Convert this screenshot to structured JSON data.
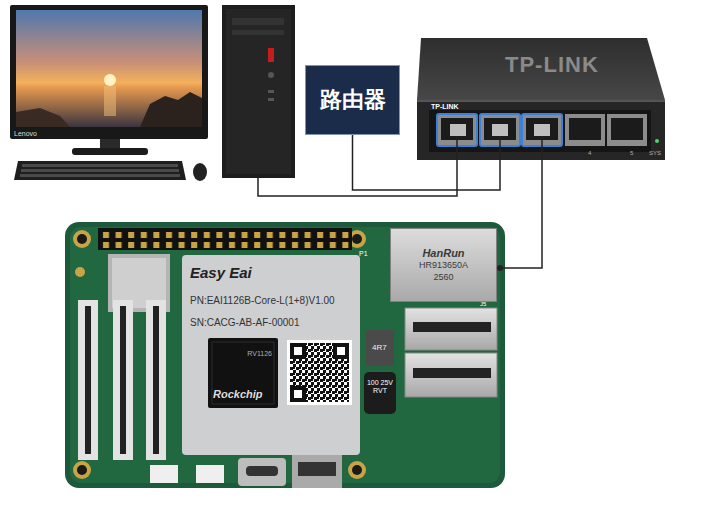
{
  "diagram": {
    "nodes": [
      {
        "text": [
          "路由器"
        ]
      },
      {
        "text": [
          "TP-LINK",
          "TP-LINK"
        ]
      },
      {
        "text": [
          "HanRun",
          "HR913650A",
          "2560"
        ]
      },
      {
        "text": [
          "Easy Eai",
          "PN:EAI1126B-Core-L(1+8)V1.00",
          "SN:CACG-AB-AF-00001"
        ]
      },
      {
        "text": [
          "RV1126",
          "Rockchip"
        ],
        "in": 3
      }
    ],
    "edges": [
      {
        "from": 0,
        "to": 1,
        "arrow": "none"
      },
      {
        "from": 1,
        "to": 2,
        "arrow": "none"
      }
    ],
    "labels": [
      "Lenovo",
      "P1",
      "J5",
      "4R7",
      "100 25V RVT",
      "4",
      "5",
      "SYS"
    ]
  }
}
